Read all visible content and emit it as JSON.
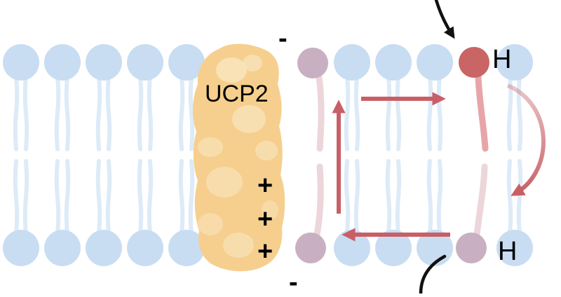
{
  "protein": {
    "name": "UCP2"
  },
  "proton_labels": {
    "top": "H",
    "bottom": "H"
  },
  "charges": {
    "top_minus": "-",
    "bottom_minus": "-",
    "plus": [
      "+",
      "+",
      "+"
    ]
  },
  "colors": {
    "lipid_head": "#c8ddf2",
    "lipid_tail": "#ddebf8",
    "protein_fill": "#f6cf8e",
    "protein_highlight": "#fae6c0",
    "anion_head": "#c8b0c2",
    "protonated_head": "#c96565",
    "flow_arrow": "#c85f66",
    "entry_arrow": "#111111",
    "text": "#000000"
  }
}
